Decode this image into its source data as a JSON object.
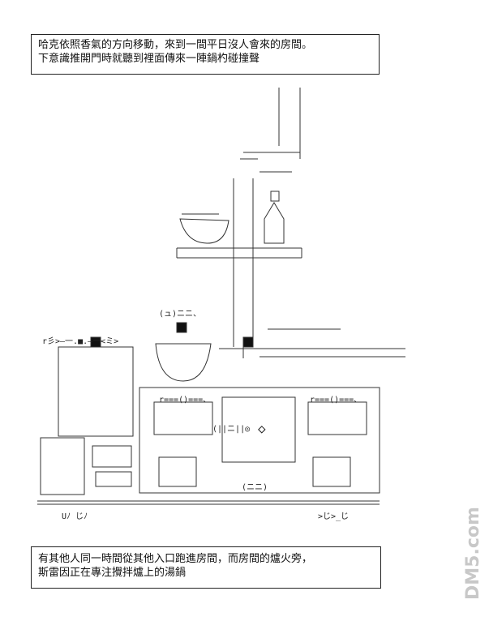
{
  "caption_top": {
    "line1": "哈克依照香氣的方向移動，來到一間平日沒人會來的房間。",
    "line2": "下意識推開門時就聽到裡面傳來一陣鍋杓碰撞聲"
  },
  "caption_bottom": {
    "line1": "有其他人同一時間從其他入口跑進房間，而房間的爐火旁，",
    "line2": "斯雷因正在專注攪拌爐上的湯鍋"
  },
  "art": {
    "label_left_cabinet": "r彡>—一.■.—一<ミ>",
    "label_pot": "(ュ)ニニ、",
    "label_dial": "(ニニ)",
    "label_feet_left": "Uﾉ じﾉ",
    "label_feet_right": ">じ>_じ",
    "label_oven_left": "r===()===、",
    "label_oven_right": "r===()===、",
    "label_drawer_code": "(||ニ||◎",
    "label_diamond": "◇"
  },
  "watermark": "DM5.com"
}
